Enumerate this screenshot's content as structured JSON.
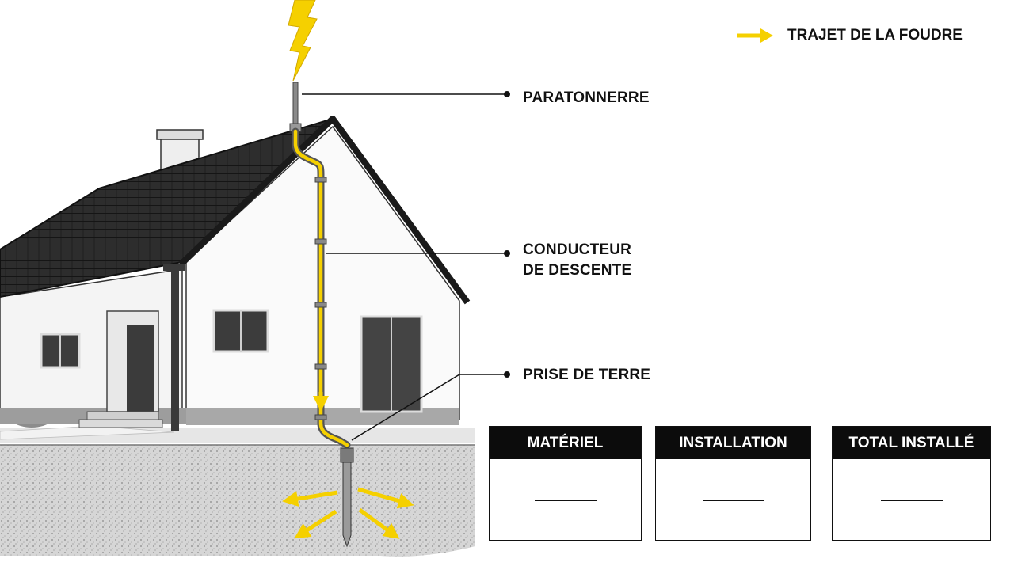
{
  "legend": {
    "label": "TRAJET DE LA FOUDRE",
    "icon": "yellow-arrow-icon"
  },
  "callouts": {
    "lightning_rod": "PARATONNERRE",
    "down_conductor_line1": "CONDUCTEUR",
    "down_conductor_line2": "DE DESCENTE",
    "earth_electrode": "PRISE DE TERRE"
  },
  "cost_boxes": [
    {
      "title": "MATÉRIEL",
      "value": ""
    },
    {
      "title": "INSTALLATION",
      "value": ""
    },
    {
      "title": "TOTAL INSTALLÉ",
      "value": ""
    }
  ],
  "colors": {
    "lightning": "#f5d000",
    "roof": "#2b2b2b",
    "wall": "#f7f7f7",
    "ground": "#cfcfcf",
    "header": "#0c0c0c"
  }
}
